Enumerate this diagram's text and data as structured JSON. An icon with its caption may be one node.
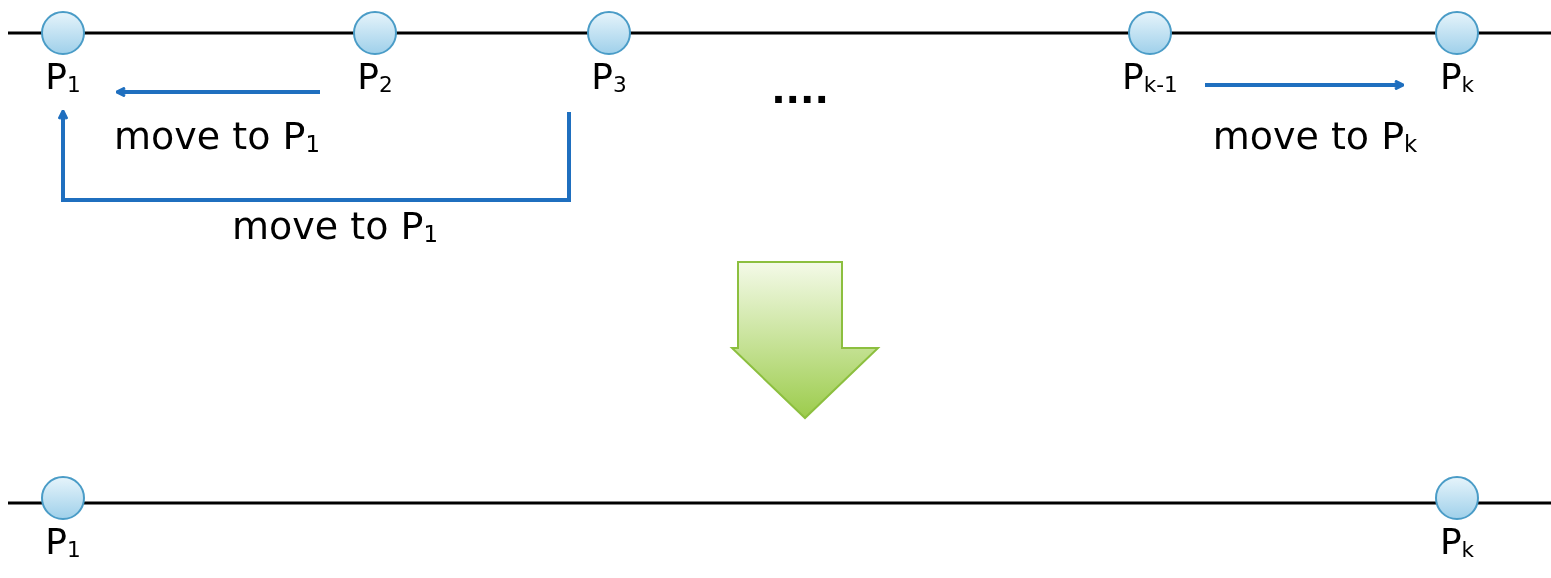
{
  "diagram": {
    "nodes": [
      {
        "text": [],
        "shape": "circle",
        "beside": [
          "P$_{1}$"
        ]
      },
      {
        "text": [],
        "shape": "circle",
        "beside": [
          "P$_{2}$"
        ]
      },
      {
        "text": [],
        "shape": "circle",
        "beside": [
          "P$_{3}$"
        ]
      },
      {
        "text": [],
        "shape": "circle",
        "beside": [
          "P$_{k-1}$"
        ]
      },
      {
        "text": [],
        "shape": "circle",
        "beside": [
          "P$_{k}$"
        ]
      },
      {
        "text": [],
        "shape": "circle",
        "beside": [
          "P$_{1}$"
        ]
      },
      {
        "text": [],
        "shape": "circle",
        "beside": [
          "P$_{k}$"
        ]
      }
    ],
    "edges": [
      {
        "from": 1,
        "to": 0,
        "arrow": "to",
        "label": "move to P$_{1}$"
      },
      {
        "from": 2,
        "to": 0,
        "arrow": "to",
        "label": "move to P$_{1}$"
      },
      {
        "from": 3,
        "to": 4,
        "arrow": "to",
        "label": "move to P$_{k}$"
      }
    ],
    "labels": [
      "...."
    ]
  }
}
